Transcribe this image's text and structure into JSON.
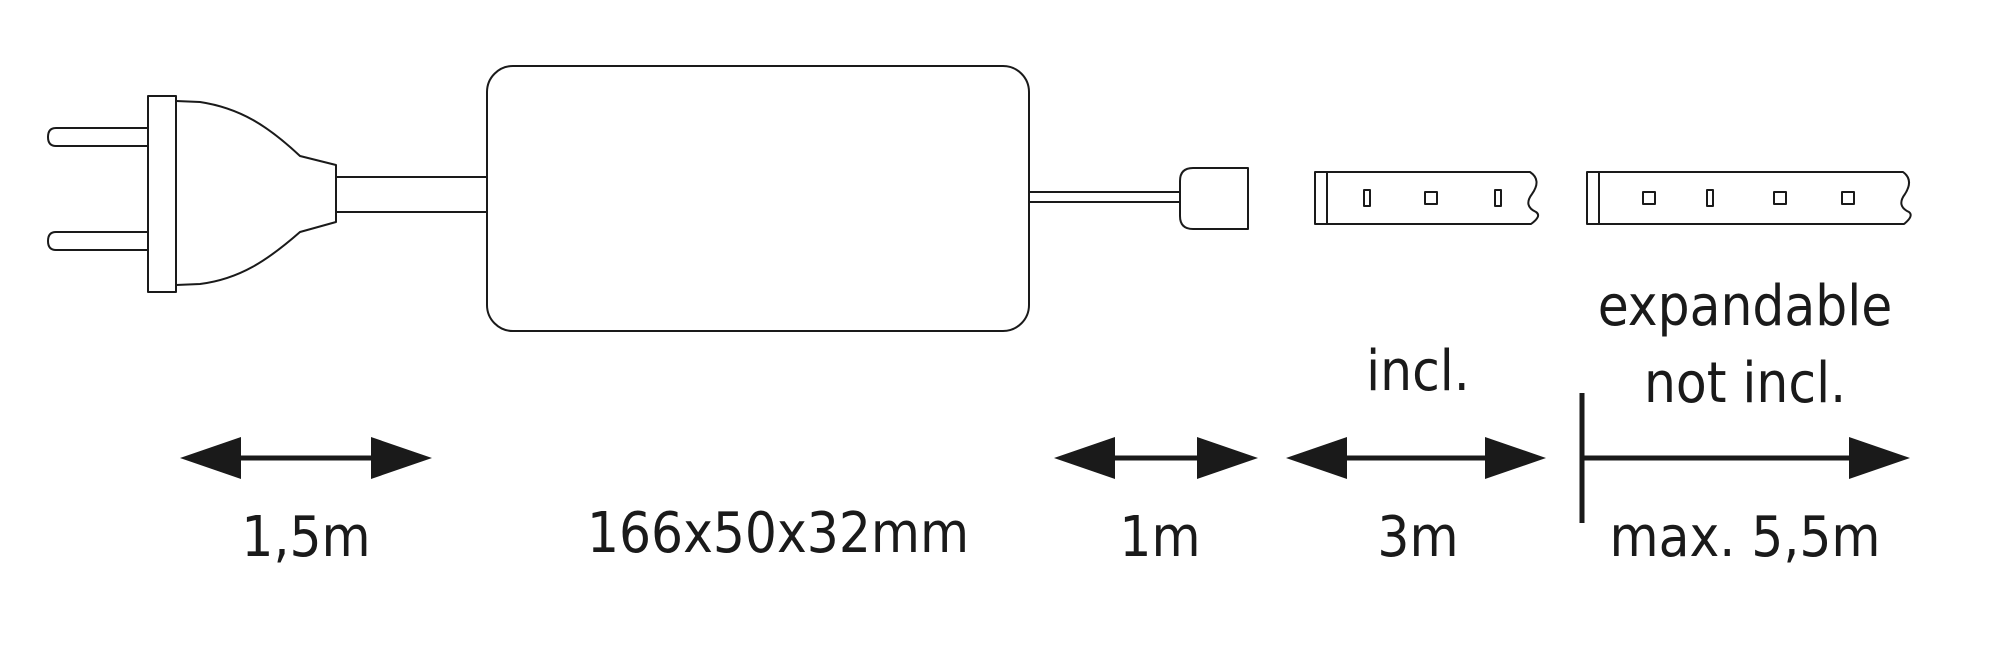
{
  "labels": {
    "plug_cable_length": "1,5m",
    "driver_dimensions": "166x50x32mm",
    "connector_cable_length": "1m",
    "strip_length": "3m",
    "strip_status": "incl.",
    "expansion_status_line1": "expandable",
    "expansion_status_line2": "not incl.",
    "expansion_max_length": "max. 5,5m"
  },
  "colors": {
    "line": "#1a1a1a",
    "background": "#ffffff"
  }
}
